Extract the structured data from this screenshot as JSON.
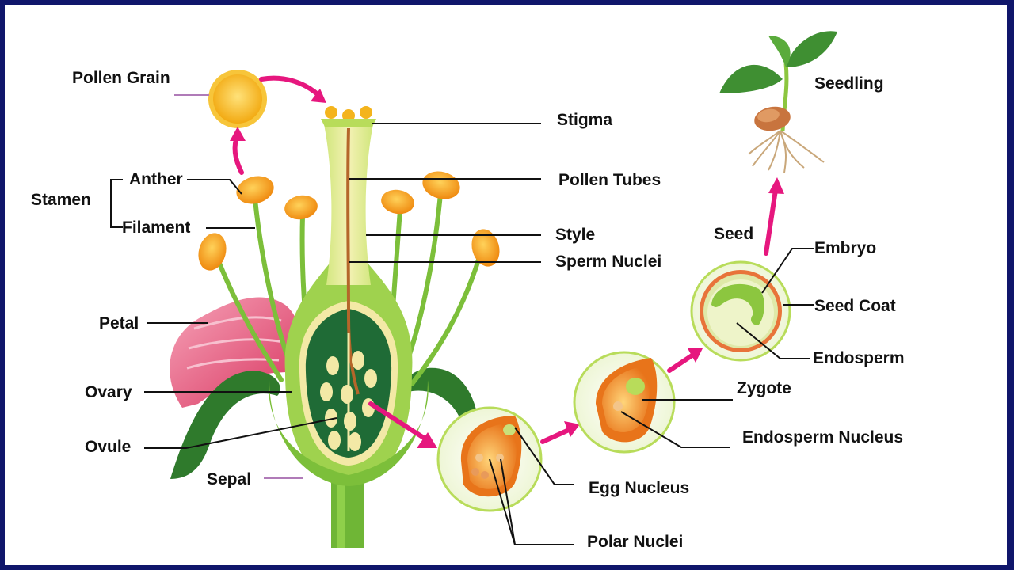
{
  "labels": {
    "pollen_grain": "Pollen Grain",
    "stigma": "Stigma",
    "anther": "Anther",
    "stamen": "Stamen",
    "filament": "Filament",
    "pollen_tubes": "Pollen Tubes",
    "style": "Style",
    "sperm_nuclei": "Sperm Nuclei",
    "petal": "Petal",
    "ovary": "Ovary",
    "ovule": "Ovule",
    "sepal": "Sepal",
    "egg_nucleus": "Egg Nucleus",
    "polar_nuclei": "Polar Nuclei",
    "zygote": "Zygote",
    "endosperm_nucleus": "Endosperm Nucleus",
    "seed": "Seed",
    "embryo": "Embryo",
    "seed_coat": "Seed Coat",
    "endosperm": "Endosperm",
    "seedling": "Seedling"
  },
  "colors": {
    "background_border": "#10166b",
    "arrow": "#e6177e",
    "leader_line": "#111111",
    "pollen": "#f4b41c",
    "anther": "#f39b1e",
    "stem_green": "#7cbf3a",
    "ovary_dark": "#1f6b36",
    "petal_pink": "#e64a78",
    "ovule_cream": "#f3e9a6"
  }
}
